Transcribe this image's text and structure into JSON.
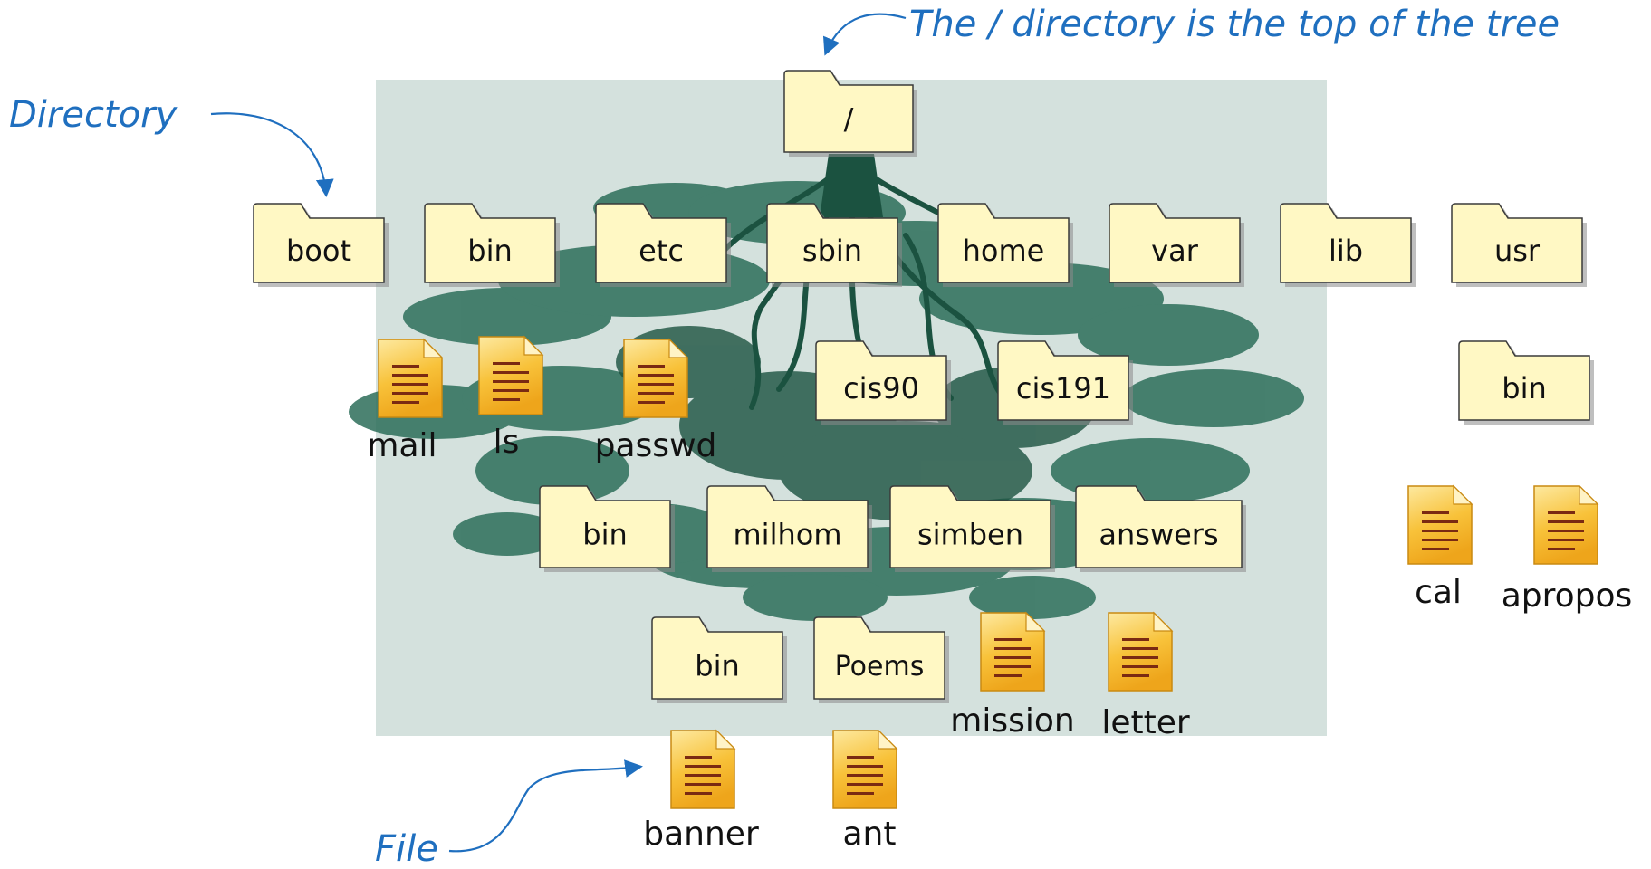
{
  "colors": {
    "panel": "#d4e1dd",
    "tree": "#2d6e5a",
    "tree_dark": "#1b5240",
    "folder_fill": "#fff8c4",
    "folder_stroke": "#3a3a3a",
    "folder_shadow": "#8a8a8a",
    "file_fill": "#f6bd2e",
    "file_lines": "#7a2a12",
    "annotation": "#1f6fbf"
  },
  "annotations": {
    "top": "The / directory is the top of the tree",
    "directory": "Directory",
    "file": "File"
  },
  "root": {
    "label": "/",
    "icon": "folder-icon"
  },
  "top_level": [
    {
      "label": "boot",
      "icon": "folder-icon"
    },
    {
      "label": "bin",
      "icon": "folder-icon"
    },
    {
      "label": "etc",
      "icon": "folder-icon"
    },
    {
      "label": "sbin",
      "icon": "folder-icon"
    },
    {
      "label": "home",
      "icon": "folder-icon"
    },
    {
      "label": "var",
      "icon": "folder-icon"
    },
    {
      "label": "lib",
      "icon": "folder-icon"
    },
    {
      "label": "usr",
      "icon": "folder-icon"
    }
  ],
  "files_level1": [
    {
      "label": "mail",
      "icon": "document-icon"
    },
    {
      "label": "ls",
      "icon": "document-icon"
    },
    {
      "label": "passwd",
      "icon": "document-icon"
    }
  ],
  "home_children": [
    {
      "label": "cis90",
      "icon": "folder-icon"
    },
    {
      "label": "cis191",
      "icon": "folder-icon"
    }
  ],
  "usr_children": [
    {
      "label": "bin",
      "icon": "folder-icon"
    }
  ],
  "cis90_children": [
    {
      "label": "bin",
      "icon": "folder-icon"
    },
    {
      "label": "milhom",
      "icon": "folder-icon"
    },
    {
      "label": "simben",
      "icon": "folder-icon"
    },
    {
      "label": "answers",
      "icon": "folder-icon"
    }
  ],
  "usr_bin_files": [
    {
      "label": "cal",
      "icon": "document-icon"
    },
    {
      "label": "apropos",
      "icon": "document-icon"
    }
  ],
  "user_items": [
    {
      "label": "bin",
      "icon": "folder-icon"
    },
    {
      "label": "Poems",
      "icon": "folder-icon"
    },
    {
      "label": "mission",
      "icon": "document-icon"
    },
    {
      "label": "letter",
      "icon": "document-icon"
    }
  ],
  "bottom_files": [
    {
      "label": "banner",
      "icon": "document-icon"
    },
    {
      "label": "ant",
      "icon": "document-icon"
    }
  ]
}
